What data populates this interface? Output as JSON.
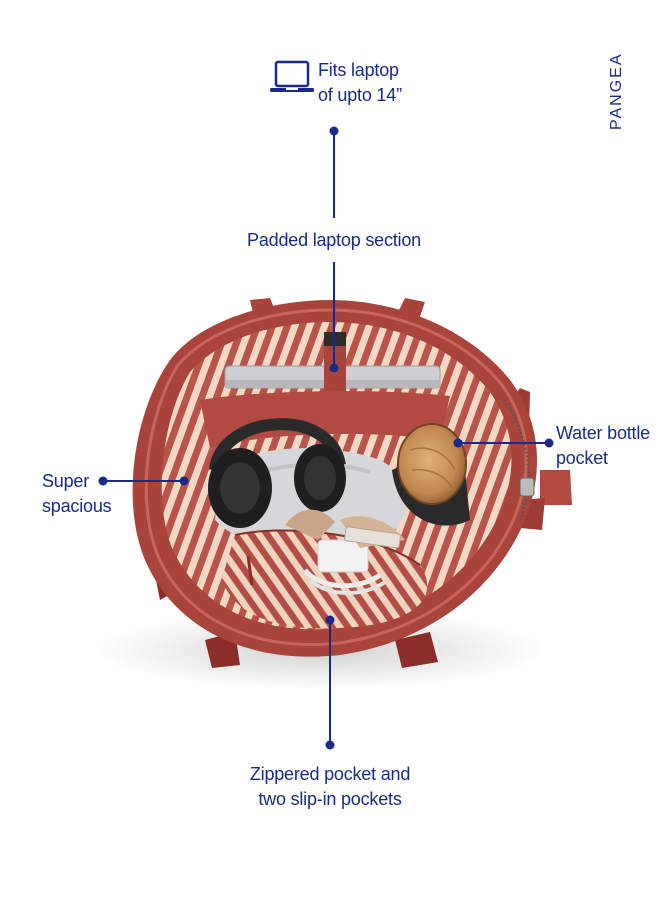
{
  "brand": "PANGEA",
  "colors": {
    "accent": "#1a2a8a",
    "bag": "#a8443c",
    "stripe_light": "#f3d9c4",
    "stripe_dark": "#b04a42"
  },
  "callouts": {
    "laptop_fit": {
      "line1": "Fits laptop",
      "line2": "of upto 14”",
      "icon": "laptop-icon"
    },
    "padded_section": "Padded laptop section",
    "water_bottle": {
      "line1": "Water bottle",
      "line2": "pocket"
    },
    "spacious": {
      "line1": "Super",
      "line2": "spacious"
    },
    "zippered": {
      "line1": "Zippered pocket and",
      "line2": "two slip-in pockets"
    }
  }
}
